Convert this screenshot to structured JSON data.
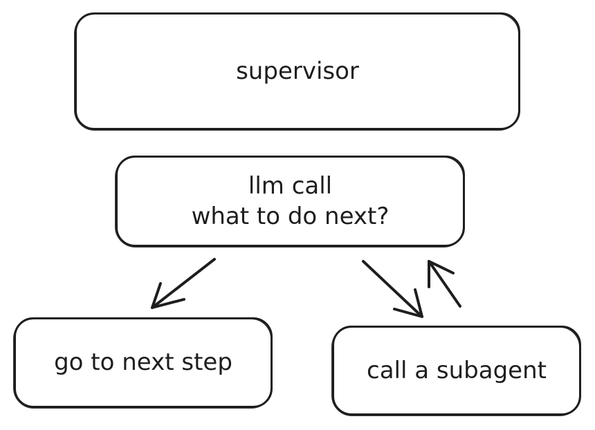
{
  "nodes": {
    "supervisor": {
      "label": "supervisor"
    },
    "llm_call": {
      "label": "llm call\nwhat to do next?"
    },
    "next_step": {
      "label": "go to next step"
    },
    "subagent": {
      "label": "call a subagent"
    }
  },
  "edges": [
    {
      "from": "llm call",
      "to": "go to next step"
    },
    {
      "from": "llm call",
      "to": "call a subagent"
    },
    {
      "from": "call a subagent",
      "to": "llm call"
    }
  ],
  "colors": {
    "stroke": "#1e1e1e",
    "background": "#ffffff"
  }
}
